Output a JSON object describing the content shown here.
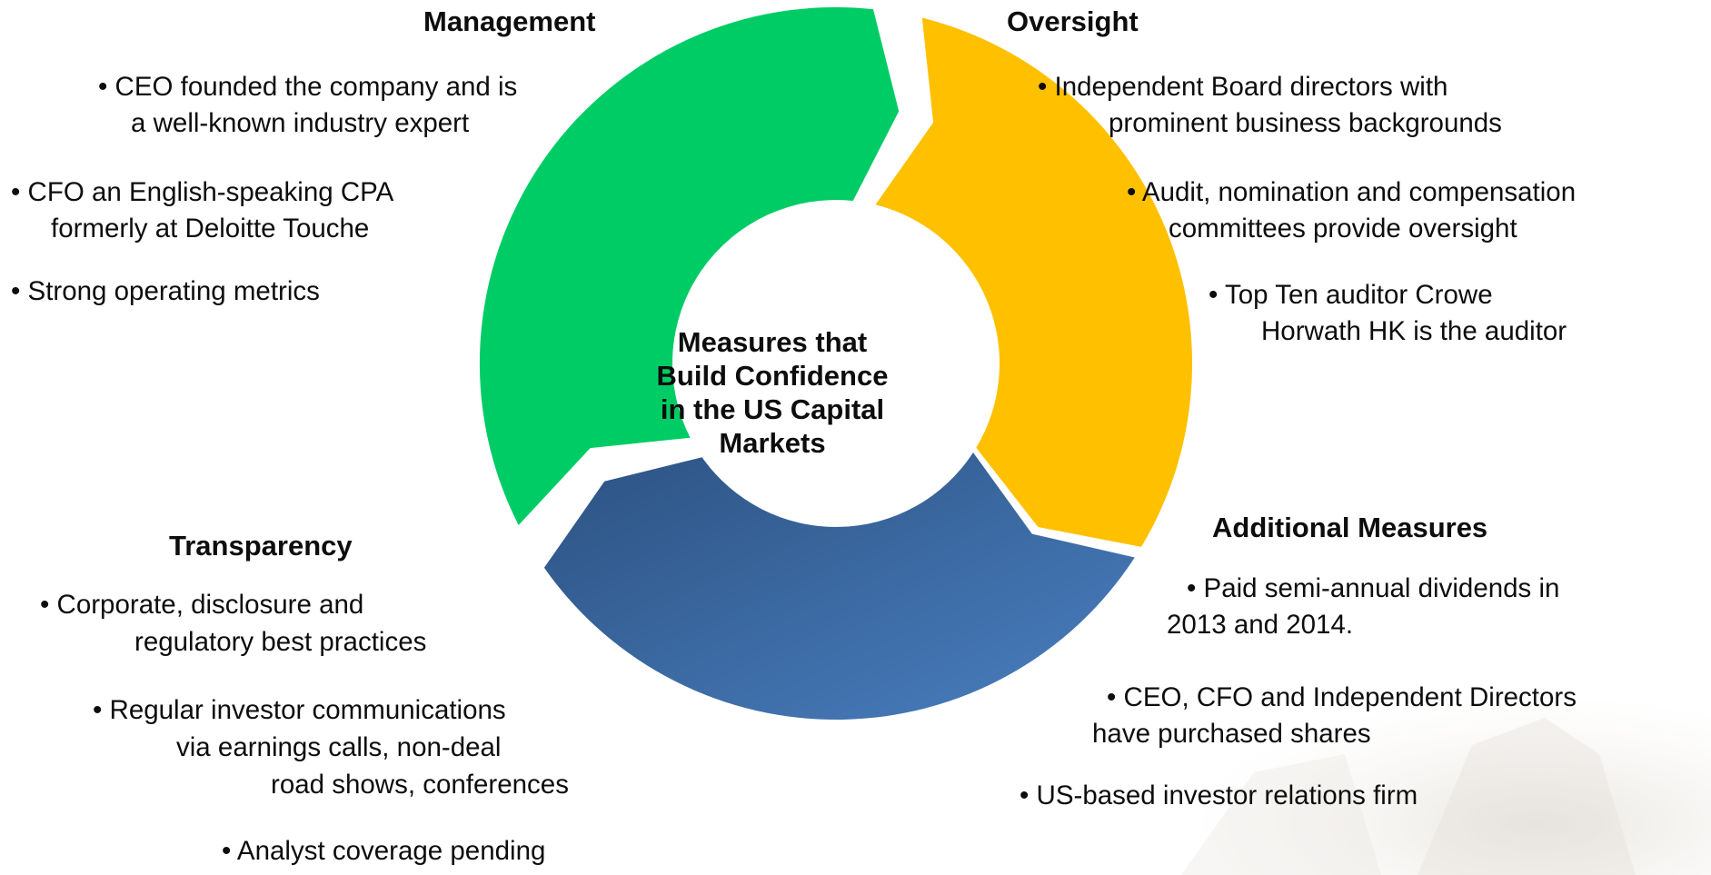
{
  "center": {
    "lines": [
      "Measures that",
      "Build Confidence",
      "in the US Capital",
      "Markets"
    ]
  },
  "segments": {
    "management_color": "#00cc66",
    "oversight_color": "#ffc000",
    "transparency_color_top": "#2c5282",
    "transparency_color_bottom": "#4a7fc0"
  },
  "management": {
    "title": "Management",
    "lines": [
      "• CEO founded the company and is",
      "a well-known industry expert",
      "• CFO an English-speaking CPA",
      "formerly at Deloitte Touche",
      "• Strong operating metrics"
    ]
  },
  "oversight": {
    "title": "Oversight",
    "lines": [
      "• Independent Board directors with",
      "prominent business backgrounds",
      "• Audit, nomination and compensation",
      "committees provide oversight",
      "• Top Ten auditor Crowe",
      "Horwath HK is the auditor"
    ]
  },
  "transparency": {
    "title": "Transparency",
    "lines": [
      "• Corporate, disclosure and",
      "regulatory best practices",
      "• Regular investor communications",
      "via earnings calls, non-deal",
      "road shows, conferences",
      "• Analyst coverage pending"
    ]
  },
  "additional": {
    "title": "Additional Measures",
    "lines": [
      "• Paid semi-annual dividends in",
      "2013 and 2014.",
      "• CEO, CFO and Independent Directors",
      "have purchased shares",
      "• US-based investor relations firm"
    ]
  }
}
